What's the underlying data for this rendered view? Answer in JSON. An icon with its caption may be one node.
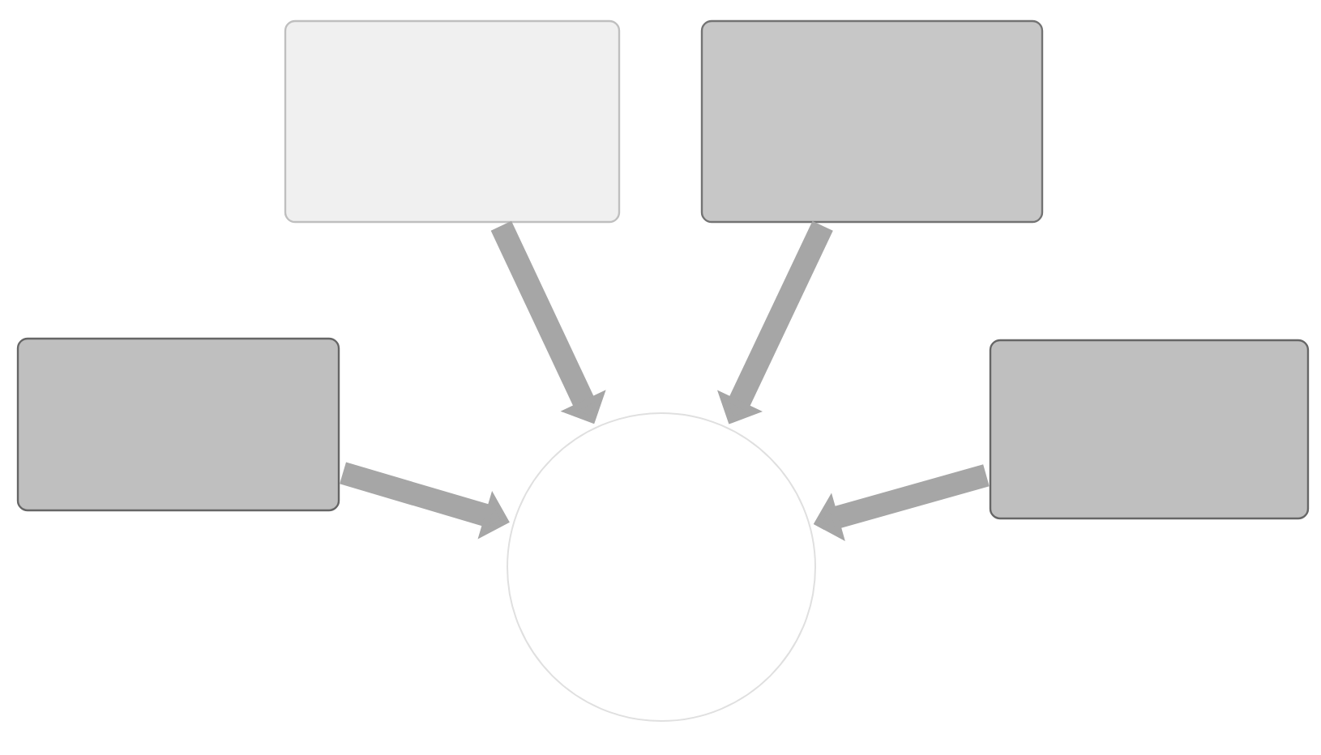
{
  "diagram": {
    "nodes": [
      {
        "text": [],
        "shape": "box"
      },
      {
        "text": [],
        "shape": "box"
      },
      {
        "text": [],
        "shape": "box"
      },
      {
        "text": [],
        "shape": "box"
      },
      {
        "text": [],
        "shape": "circle"
      }
    ],
    "edges": [
      {
        "from": 0,
        "to": 4,
        "arrow": "to"
      },
      {
        "from": 1,
        "to": 4,
        "arrow": "to"
      },
      {
        "from": 2,
        "to": 4,
        "arrow": "to"
      },
      {
        "from": 3,
        "to": 4,
        "arrow": "to"
      }
    ]
  }
}
